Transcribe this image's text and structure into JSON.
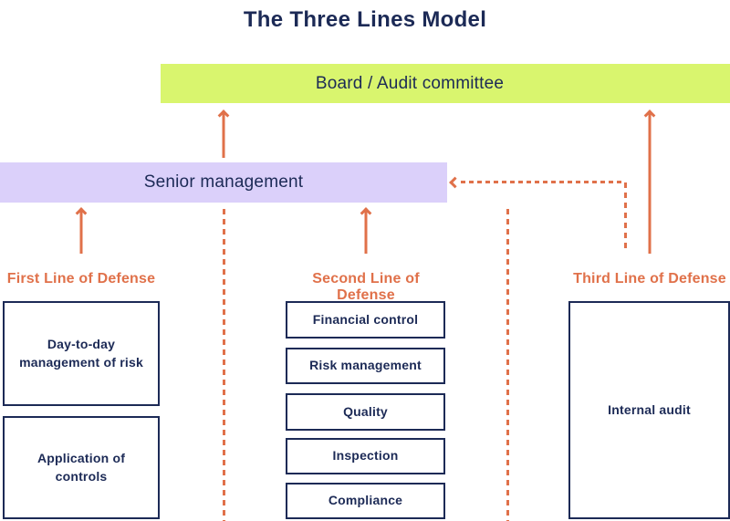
{
  "title": "The Three Lines Model",
  "colors": {
    "navy": "#1C2A56",
    "orange": "#E0714A",
    "yellow_green": "#D9F56E",
    "lavender": "#DBD0FA",
    "background": "#FFFFFF"
  },
  "management": {
    "board_label": "Board / Audit committee",
    "senior_label": "Senior management"
  },
  "columns": [
    {
      "header": "First Line of Defense",
      "boxes": [
        "Day-to-day management of risk",
        "Application of controls"
      ]
    },
    {
      "header": "Second Line of Defense",
      "boxes": [
        "Financial control",
        "Risk management",
        "Quality",
        "Inspection",
        "Compliance"
      ]
    },
    {
      "header": "Third Line of Defense",
      "boxes": [
        "Internal audit"
      ]
    }
  ],
  "connectors": [
    {
      "type": "solid-arrow",
      "from": "Senior management",
      "to": "Board / Audit committee",
      "direction": "up"
    },
    {
      "type": "solid-arrow",
      "from": "First Line of Defense",
      "to": "Senior management",
      "direction": "up"
    },
    {
      "type": "solid-arrow",
      "from": "Second Line of Defense",
      "to": "Senior management",
      "direction": "up"
    },
    {
      "type": "solid-arrow",
      "from": "Third Line of Defense",
      "to": "Board / Audit committee",
      "direction": "up"
    },
    {
      "type": "dashed-arrow",
      "from": "Third Line of Defense",
      "to": "Senior management",
      "direction": "left"
    },
    {
      "type": "dashed-divider",
      "between": [
        "First Line of Defense",
        "Second Line of Defense"
      ]
    },
    {
      "type": "dashed-divider",
      "between": [
        "Second Line of Defense",
        "Third Line of Defense"
      ]
    }
  ]
}
